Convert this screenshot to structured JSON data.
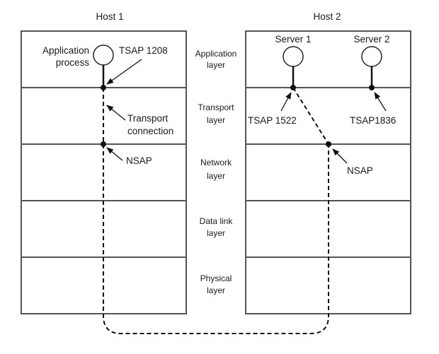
{
  "diagram": {
    "host1": {
      "title": "Host 1",
      "process_label_line1": "Application",
      "process_label_line2": "process",
      "tsap_label": "TSAP 1208",
      "transport_label_line1": "Transport",
      "transport_label_line2": "connection",
      "nsap_label": "NSAP"
    },
    "host2": {
      "title": "Host 2",
      "server1_label": "Server 1",
      "server2_label": "Server 2",
      "tsap1_label": "TSAP 1522",
      "tsap2_label": "TSAP1836",
      "nsap_label": "NSAP"
    },
    "layers": [
      {
        "line1": "Application",
        "line2": "layer"
      },
      {
        "line1": "Transport",
        "line2": "layer"
      },
      {
        "line1": "Network",
        "line2": "layer"
      },
      {
        "line1": "Data link",
        "line2": "layer"
      },
      {
        "line1": "Physical",
        "line2": "layer"
      }
    ],
    "colors": {
      "stroke": "#555555",
      "ink": "#111111"
    }
  }
}
